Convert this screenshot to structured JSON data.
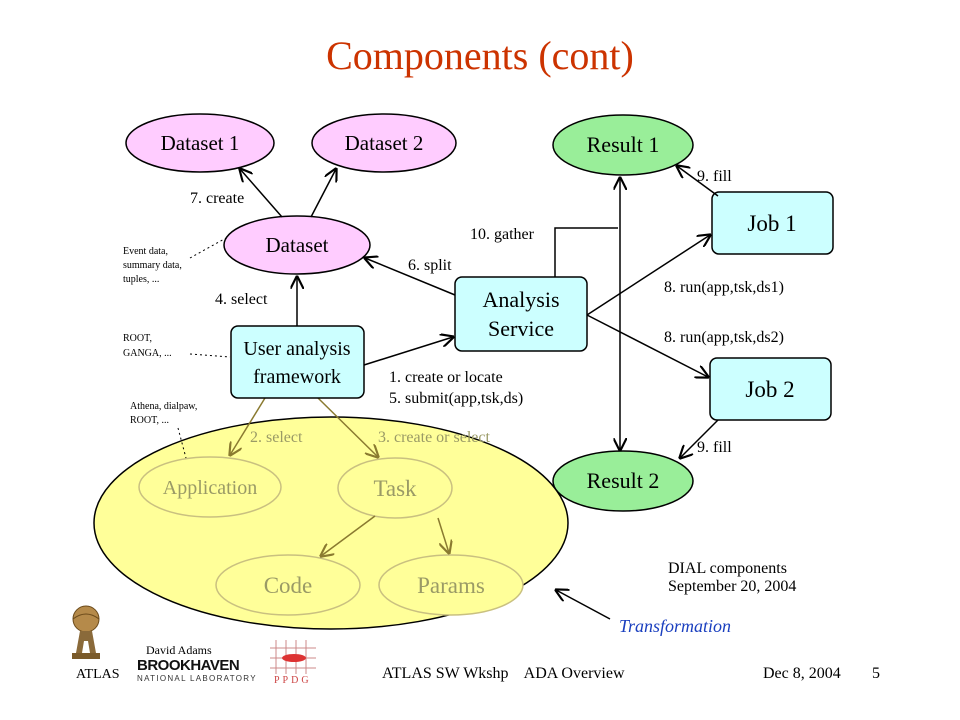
{
  "slide": {
    "title": "Components (cont)"
  },
  "nodes": {
    "dataset1": "Dataset 1",
    "dataset2": "Dataset 2",
    "dataset": "Dataset",
    "result1": "Result 1",
    "result2": "Result 2",
    "job1": "Job 1",
    "job2": "Job 2",
    "analysis_service": [
      "Analysis",
      "Service"
    ],
    "user_framework": [
      "User analysis",
      "framework"
    ],
    "application": "Application",
    "task": "Task",
    "code": "Code",
    "params": "Params"
  },
  "edges": {
    "create": "7. create",
    "gather": "10. gather",
    "split": "6. split",
    "select_dataset": "4. select",
    "fill1": "9. fill",
    "run1": "8. run(app,tsk,ds1)",
    "run2": "8. run(app,tsk,ds2)",
    "fill2": "9. fill",
    "create_locate": "1. create or locate",
    "submit": "5. submit(app,tsk,ds)",
    "select_app": "2. select",
    "create_select_task": "3. create or select"
  },
  "annotations": {
    "dataset_note": [
      "Event data,",
      "summary data,",
      "tuples, ..."
    ],
    "framework_note": [
      "ROOT,",
      "GANGA, ..."
    ],
    "app_note": [
      "Athena, dialpaw,",
      "ROOT, ..."
    ],
    "dial_components": [
      "DIAL components",
      "September 20, 2004"
    ],
    "transformation": "Transformation"
  },
  "footer": {
    "author": "David Adams",
    "atlas": "ATLAS",
    "bnl_name": "BROOKHAVEN",
    "bnl_sub": "NATIONAL LABORATORY",
    "ppdg": "PPDG",
    "center": "ATLAS SW Wkshp    ADA Overview",
    "date": "Dec 8, 2004",
    "page": "5"
  },
  "colors": {
    "title": "#cc3300",
    "dataset_fill": "#ffccff",
    "result_fill": "#99ee99",
    "service_fill": "#ccffff",
    "transformation_fill": "#ffff99",
    "transformation_label": "#1a3fbf"
  }
}
